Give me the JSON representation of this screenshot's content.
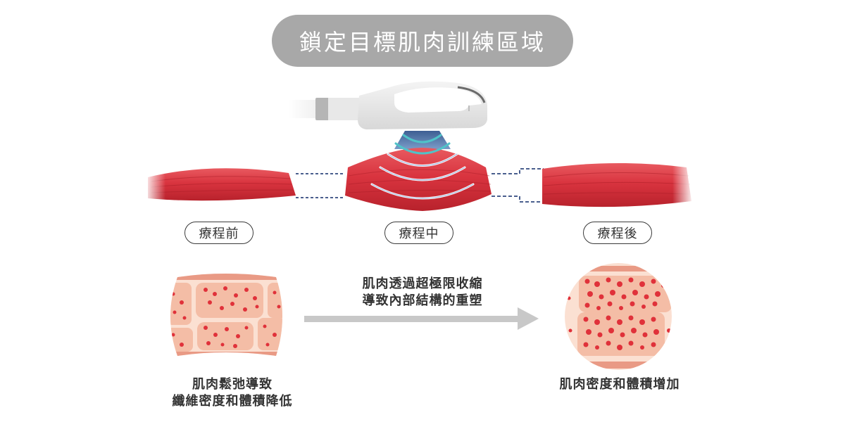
{
  "title": "鎖定目標肌肉訓練區域",
  "stages": [
    {
      "label": "療程前"
    },
    {
      "label": "療程中"
    },
    {
      "label": "療程後"
    }
  ],
  "process": {
    "line1": "肌肉透過超極限收縮",
    "line2": "導致內部結構的重塑"
  },
  "before": {
    "line1": "肌肉鬆弛導致",
    "line2": "纖維密度和體積降低"
  },
  "after": {
    "line1": "肌肉密度和體積增加"
  },
  "colors": {
    "title_bg": "#a8a8a8",
    "muscle": "#d9343f",
    "wave": "#4fc3c8",
    "applicator_tip": "#4a6ea0",
    "tissue": "#f4c0a8",
    "cell_dot": "#e0313a",
    "arrow": "#c8c8c8"
  }
}
